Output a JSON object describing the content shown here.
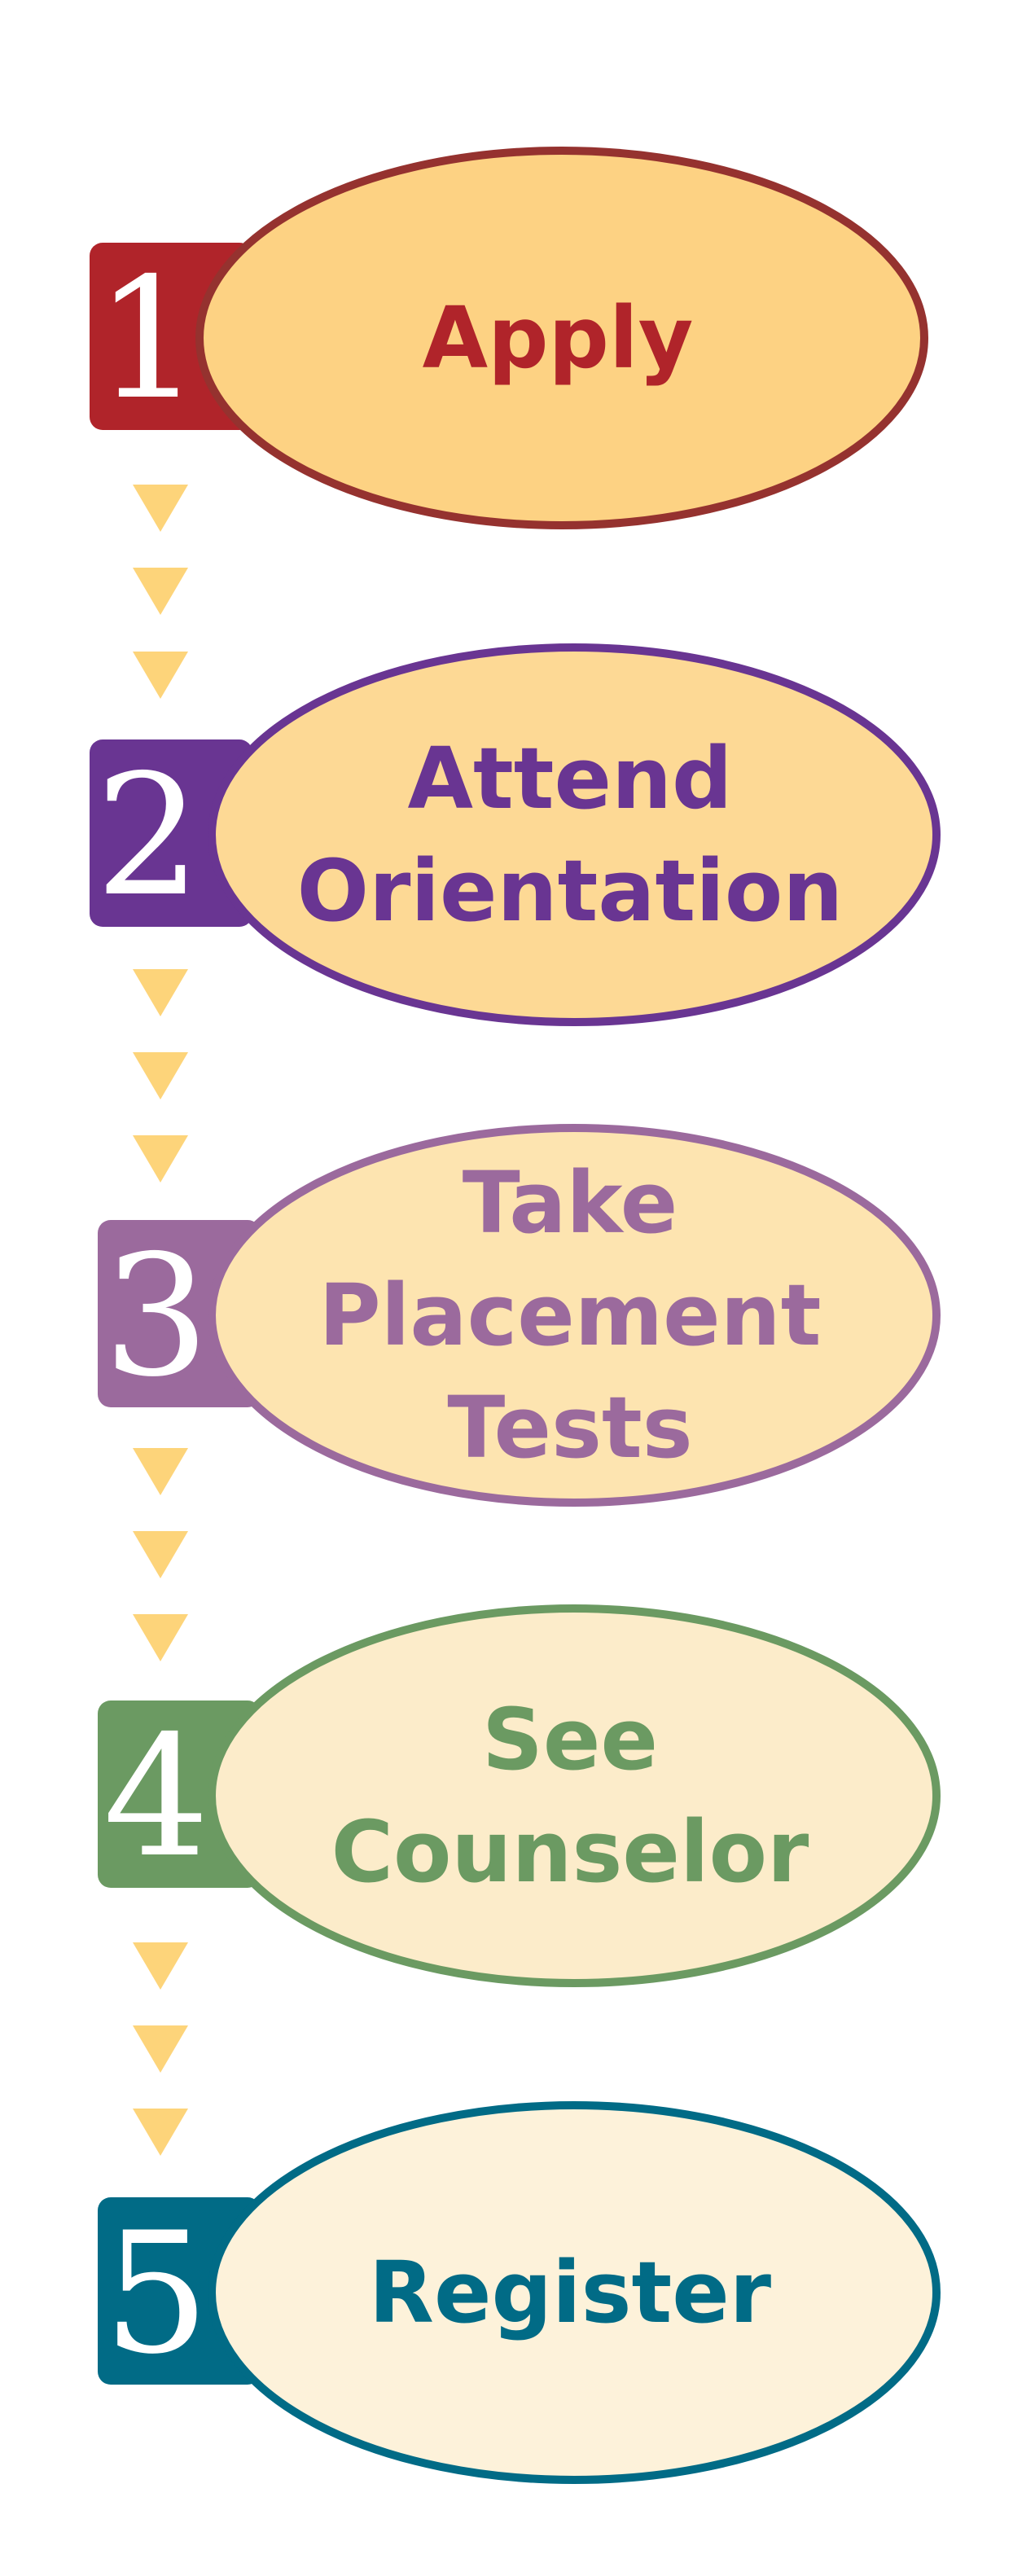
{
  "steps": [
    {
      "number": "1",
      "lines": [
        "Apply"
      ],
      "color": "#b0242a",
      "fill": "#fdd283",
      "border": "#95322f"
    },
    {
      "number": "2",
      "lines": [
        "Attend",
        "Orientation"
      ],
      "color": "#693592",
      "fill": "#fdd995",
      "border": "#693592"
    },
    {
      "number": "3",
      "lines": [
        "Take",
        "Placement",
        "Tests"
      ],
      "color": "#9b6a9d",
      "fill": "#fde4b0",
      "border": "#9b6a9d"
    },
    {
      "number": "4",
      "lines": [
        "See",
        "Counselor"
      ],
      "color": "#6b9a62",
      "fill": "#fcecca",
      "border": "#6b9a62"
    },
    {
      "number": "5",
      "lines": [
        "Register"
      ],
      "color": "#016b86",
      "fill": "#fdf2da",
      "border": "#016b86"
    }
  ],
  "connector_color": "#fdd47a"
}
